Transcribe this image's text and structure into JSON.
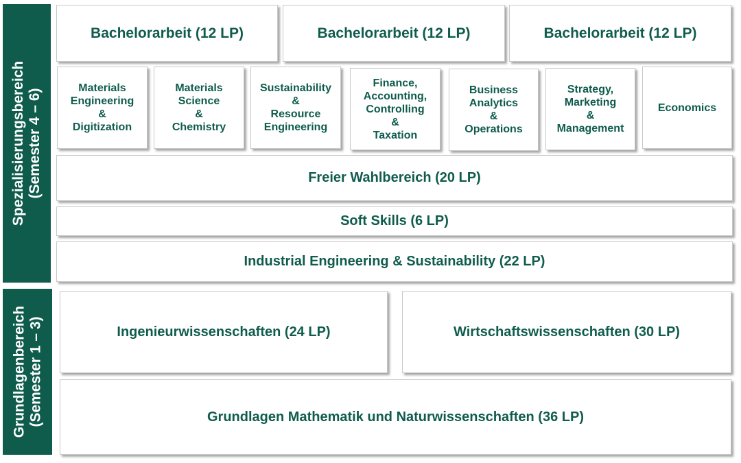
{
  "side_labels": {
    "specialization": {
      "line1": "Spezialisierungsbereich",
      "line2": "(Semester 4 – 6)"
    },
    "basics": {
      "line1": "Grundlagenbereich",
      "line2": "(Semester 1 – 3)"
    }
  },
  "bachelor": [
    {
      "label": "Bachelorarbeit (12 LP)"
    },
    {
      "label": "Bachelorarbeit (12 LP)"
    },
    {
      "label": "Bachelorarbeit (12 LP)"
    }
  ],
  "specializations": [
    {
      "label": "Materials\nEngineering\n&\nDigitization"
    },
    {
      "label": "Materials\nScience\n&\nChemistry"
    },
    {
      "label": "Sustainability\n&\nResource\nEngineering"
    },
    {
      "label": "Finance,\nAccounting,\nControlling\n&\nTaxation"
    },
    {
      "label": "Business\nAnalytics\n&\nOperations"
    },
    {
      "label": "Strategy,\nMarketing\n&\nManagement"
    },
    {
      "label": "Economics"
    }
  ],
  "rows": {
    "freier_wahlbereich": "Freier Wahlbereich (20 LP)",
    "soft_skills": "Soft Skills (6 LP)",
    "industrial_engineering": "Industrial Engineering & Sustainability (22 LP)",
    "ingenieur": "Ingenieurwissenschaften (24 LP)",
    "wirtschaft": "Wirtschaftswissenschaften (30 LP)",
    "grundlagen": "Grundlagen Mathematik und Naturwissenschaften (36 LP)"
  },
  "colors": {
    "accent": "#0f5c4d",
    "box_border": "#c8c8c8",
    "background": "#ffffff"
  }
}
